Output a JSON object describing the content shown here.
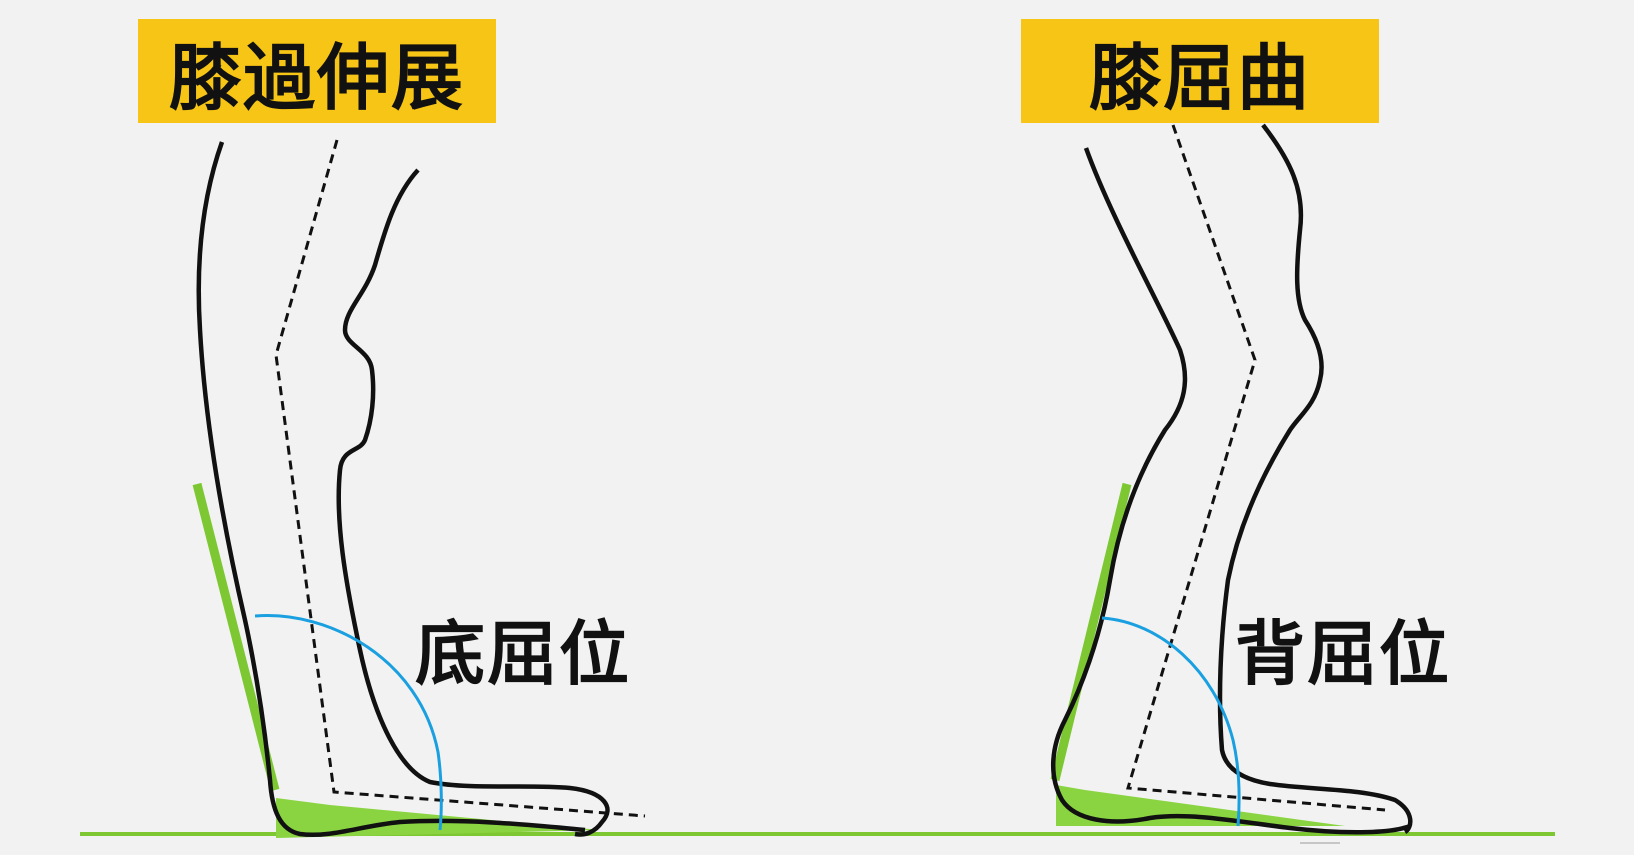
{
  "left_panel": {
    "title": "膝過伸展",
    "ankle_label": "底屈位"
  },
  "right_panel": {
    "title": "膝屈曲",
    "ankle_label": "背屈位"
  },
  "colors": {
    "title_background": "#f7c515",
    "wedge_and_floor": "#7dc832",
    "angle_arc": "#1aa0e0",
    "outline": "#111111",
    "background": "#f2f2f2"
  }
}
